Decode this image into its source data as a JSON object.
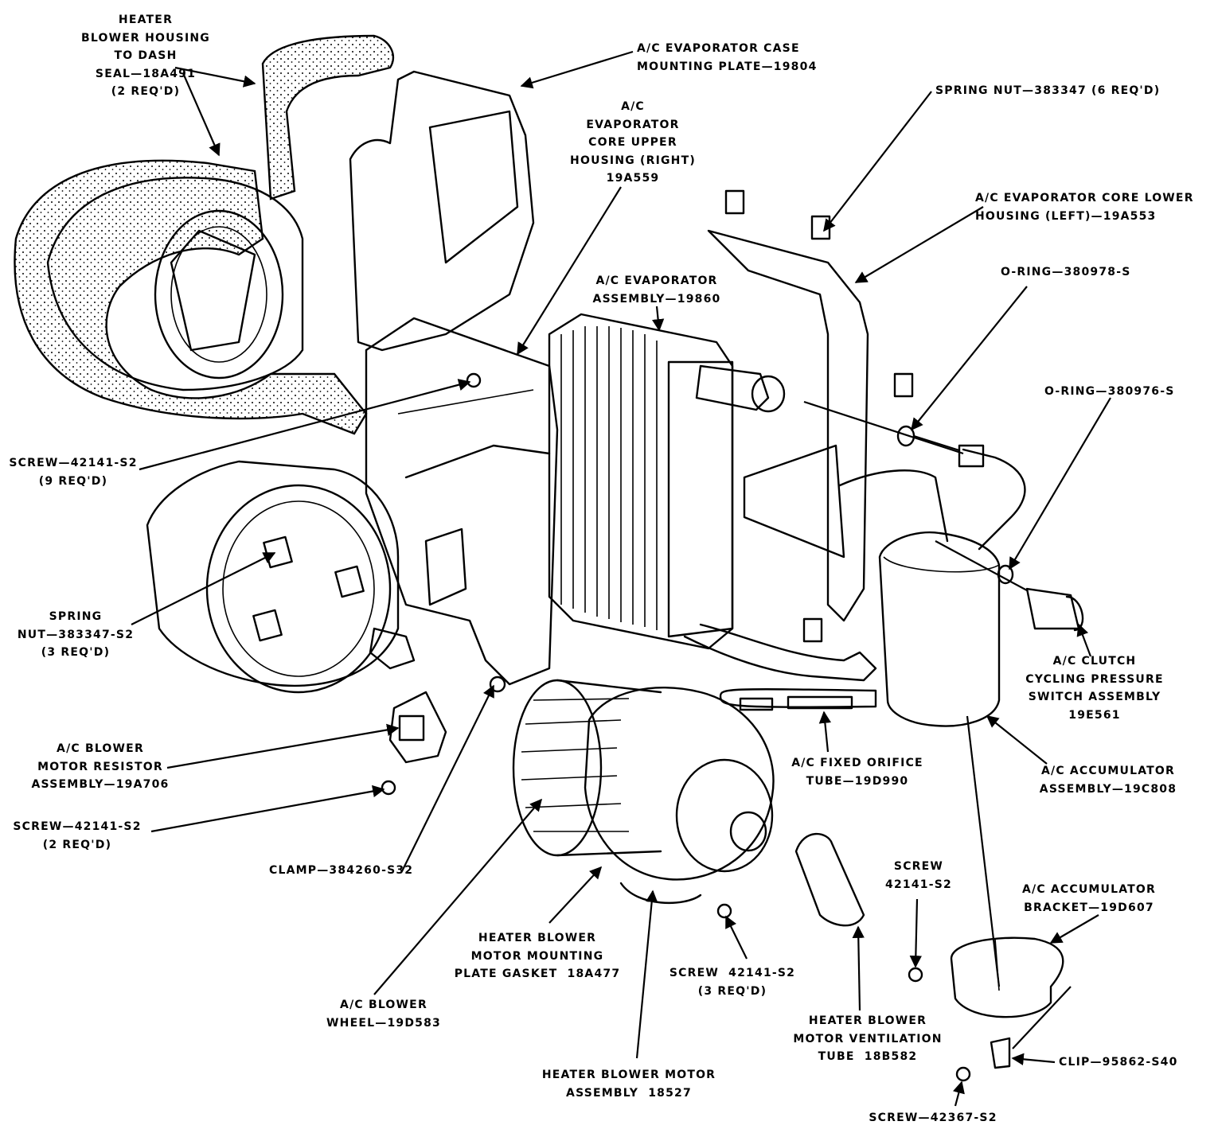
{
  "labels": {
    "heater_seal": "HEATER\nBLOWER HOUSING\nTO DASH\nSEAL—18A491\n(2 REQ'D)",
    "evap_case_plate": "A/C EVAPORATOR CASE\nMOUNTING PLATE—19804",
    "evap_upper_housing": "A/C\nEVAPORATOR\nCORE UPPER\nHOUSING (RIGHT)\n19A559",
    "spring_nut_6": "SPRING NUT—383347 (6 REQ'D)",
    "evap_lower_housing": "A/C EVAPORATOR CORE LOWER\nHOUSING (LEFT)—19A553",
    "oring_1": "O-RING—380978-S",
    "evap_assembly": "A/C EVAPORATOR\nASSEMBLY—19860",
    "oring_2": "O-RING—380976-S",
    "screw_9": "SCREW—42141-S2\n(9 REQ'D)",
    "spring_nut_3": "SPRING\nNUT—383347-S2\n(3 REQ'D)",
    "clutch_switch": "A/C CLUTCH\nCYCLING PRESSURE\nSWITCH ASSEMBLY\n19E561",
    "blower_resistor": "A/C BLOWER\nMOTOR RESISTOR\nASSEMBLY—19A706",
    "fixed_orifice": "A/C FIXED ORIFICE\nTUBE—19D990",
    "accumulator": "A/C ACCUMULATOR\nASSEMBLY—19C808",
    "screw_2": "SCREW—42141-S2\n(2 REQ'D)",
    "clamp": "CLAMP—384260-S32",
    "screw_single": "SCREW\n42141-S2",
    "accumulator_bracket": "A/C ACCUMULATOR\nBRACKET—19D607",
    "mounting_gasket": "HEATER BLOWER\nMOTOR MOUNTING\nPLATE GASKET  18A477",
    "screw_3": "SCREW  42141-S2\n(3 REQ'D)",
    "blower_wheel": "A/C BLOWER\nWHEEL—19D583",
    "ventilation_tube": "HEATER BLOWER\nMOTOR VENTILATION\nTUBE  18B582",
    "clip": "CLIP—95862-S40",
    "blower_motor": "HEATER BLOWER MOTOR\nASSEMBLY  18527",
    "screw_bottom": "SCREW—42367-S2"
  }
}
